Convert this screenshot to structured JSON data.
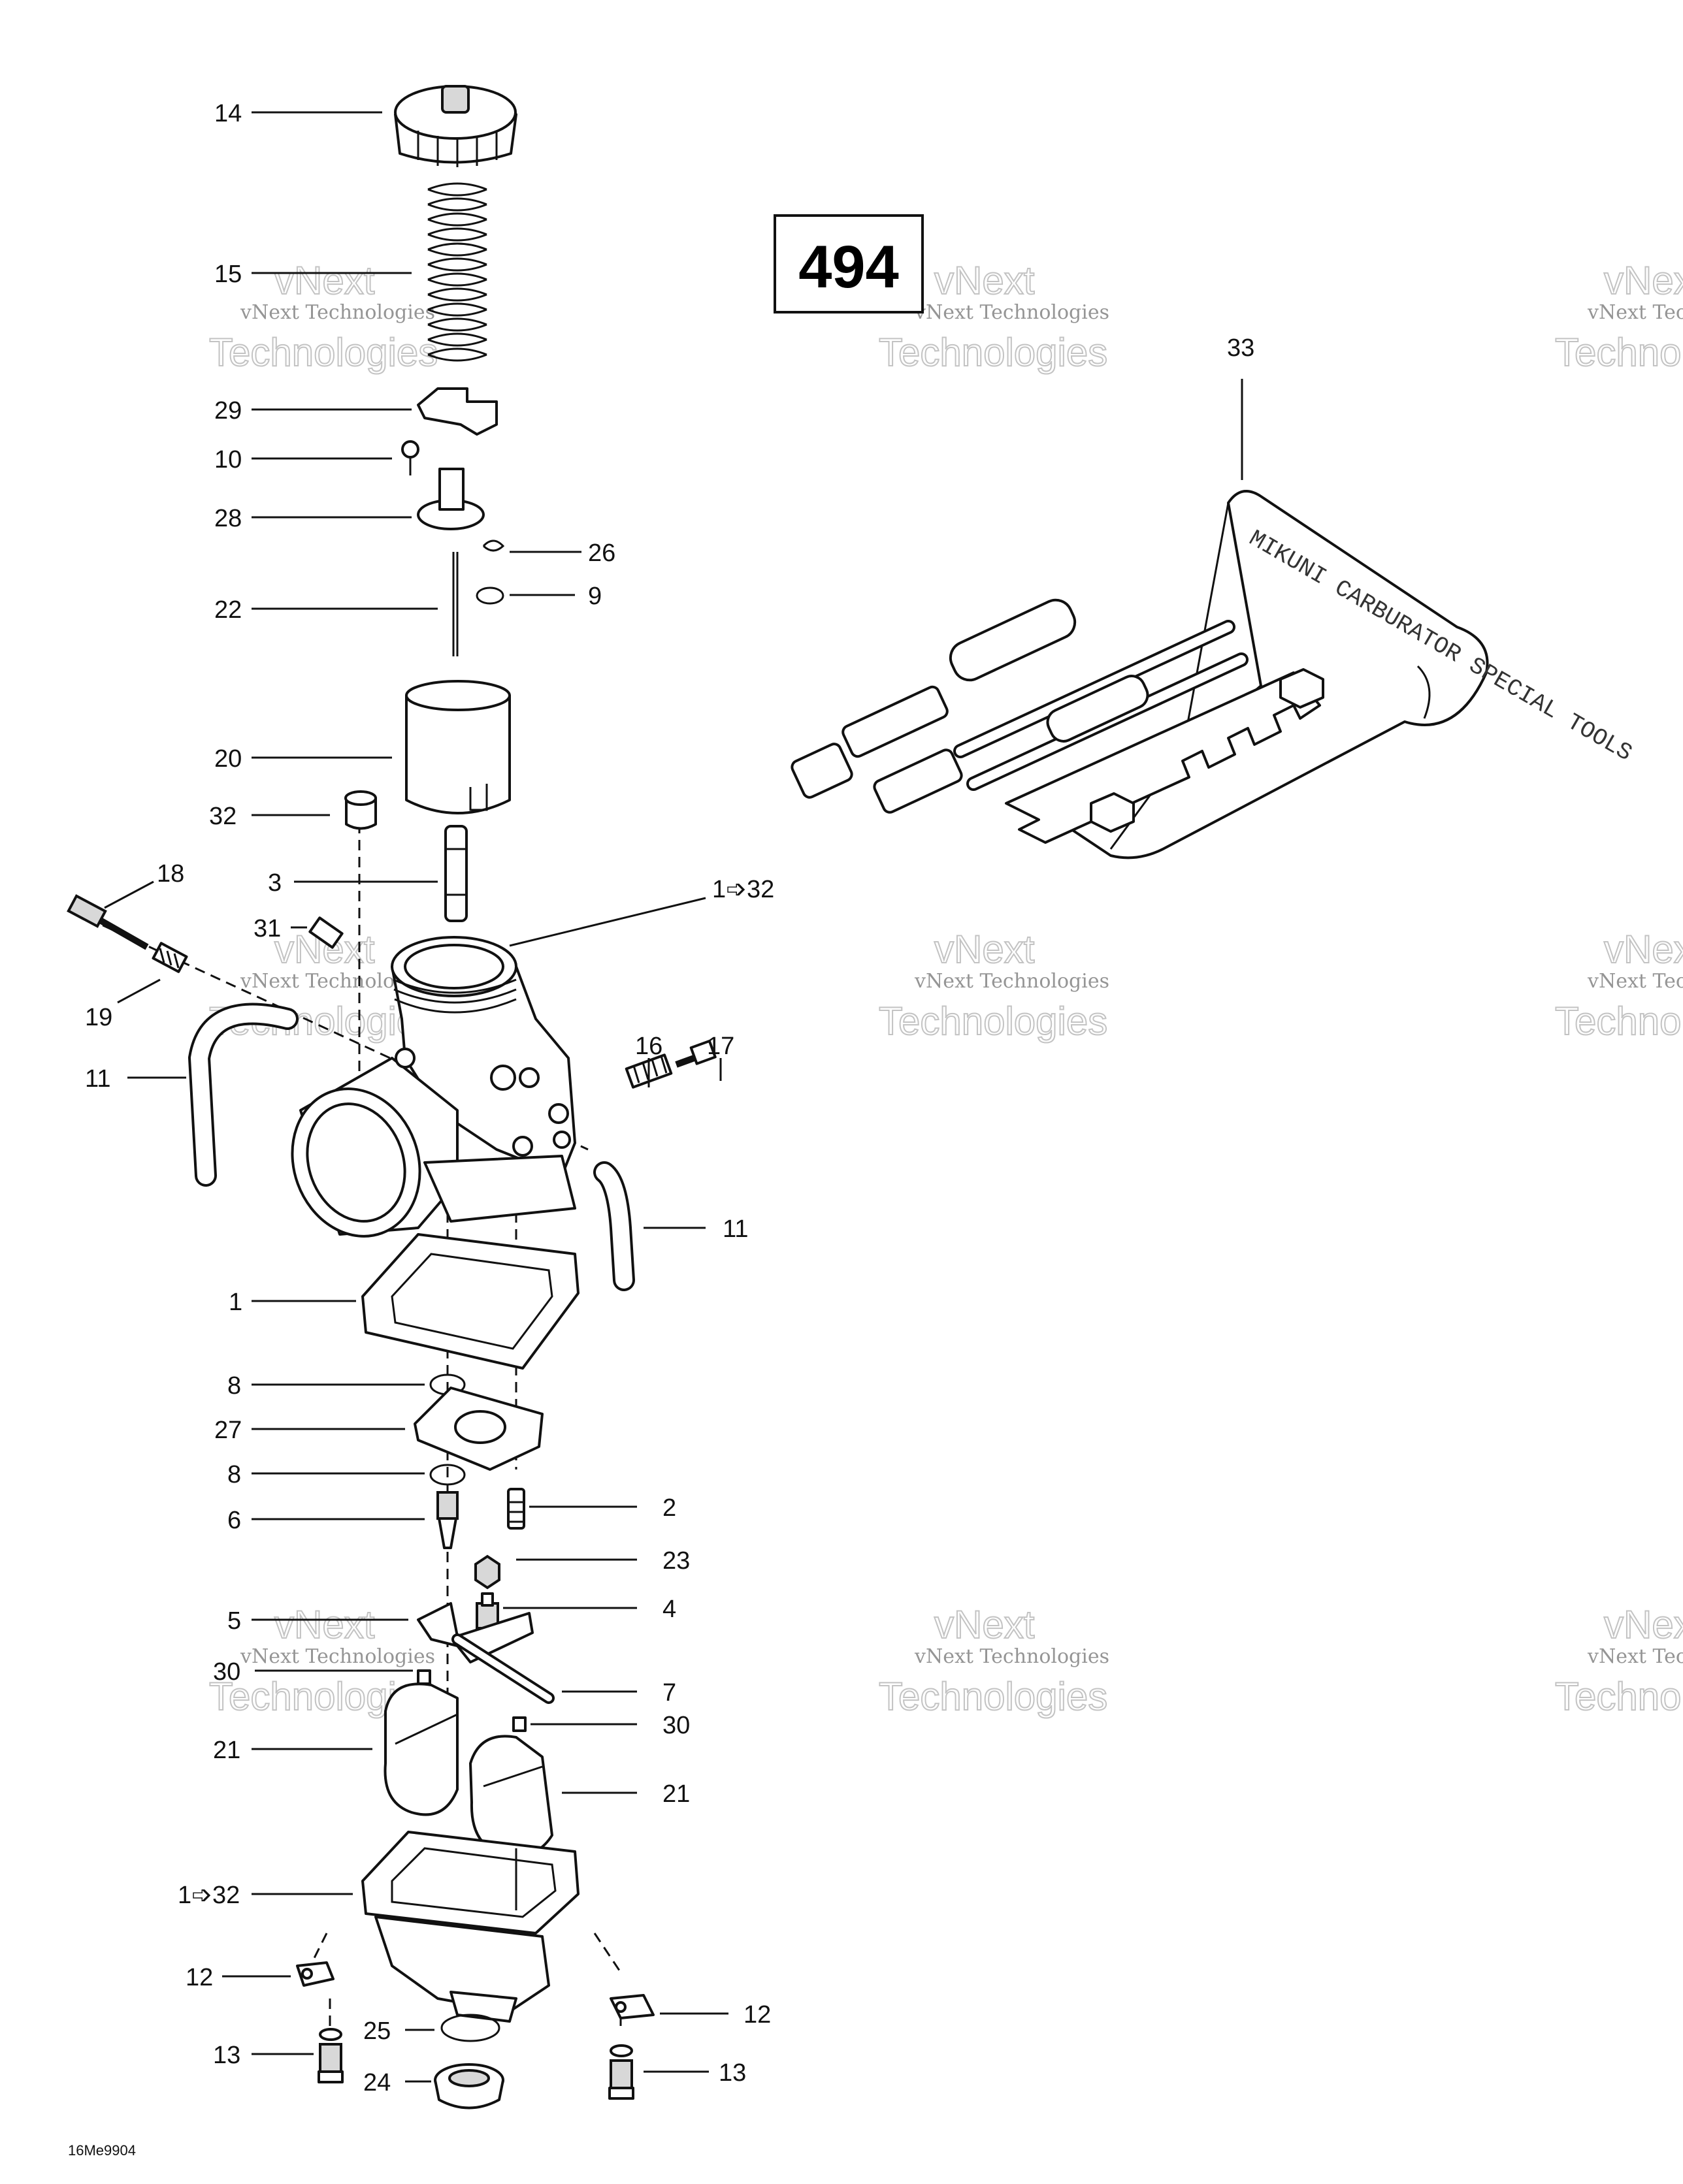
{
  "diagram": {
    "group_number": "494",
    "drawing_code": "16Me9904",
    "watermark_line1": "vNext Technologies",
    "watermark_line2": "vNext",
    "watermark_line3": "Technologies",
    "callouts": [
      {
        "id": "14",
        "text": "14"
      },
      {
        "id": "15",
        "text": "15"
      },
      {
        "id": "29",
        "text": "29"
      },
      {
        "id": "10",
        "text": "10"
      },
      {
        "id": "28",
        "text": "28"
      },
      {
        "id": "26",
        "text": "26"
      },
      {
        "id": "9",
        "text": "9"
      },
      {
        "id": "22",
        "text": "22"
      },
      {
        "id": "20",
        "text": "20"
      },
      {
        "id": "32",
        "text": "32"
      },
      {
        "id": "3",
        "text": "3"
      },
      {
        "id": "18",
        "text": "18"
      },
      {
        "id": "1-32-top",
        "text": "1➩32"
      },
      {
        "id": "31",
        "text": "31"
      },
      {
        "id": "19",
        "text": "19"
      },
      {
        "id": "11-left",
        "text": "11"
      },
      {
        "id": "16",
        "text": "16"
      },
      {
        "id": "17",
        "text": "17"
      },
      {
        "id": "11-right",
        "text": "11"
      },
      {
        "id": "1",
        "text": "1"
      },
      {
        "id": "8-top",
        "text": "8"
      },
      {
        "id": "27",
        "text": "27"
      },
      {
        "id": "8-bottom",
        "text": "8"
      },
      {
        "id": "2",
        "text": "2"
      },
      {
        "id": "6",
        "text": "6"
      },
      {
        "id": "23",
        "text": "23"
      },
      {
        "id": "5",
        "text": "5"
      },
      {
        "id": "4",
        "text": "4"
      },
      {
        "id": "30-left",
        "text": "30"
      },
      {
        "id": "7",
        "text": "7"
      },
      {
        "id": "30-right",
        "text": "30"
      },
      {
        "id": "21-left",
        "text": "21"
      },
      {
        "id": "21-right",
        "text": "21"
      },
      {
        "id": "1-32-bottom",
        "text": "1➩32"
      },
      {
        "id": "12-left",
        "text": "12"
      },
      {
        "id": "12-right",
        "text": "12"
      },
      {
        "id": "25",
        "text": "25"
      },
      {
        "id": "13-left",
        "text": "13"
      },
      {
        "id": "13-right",
        "text": "13"
      },
      {
        "id": "24",
        "text": "24"
      },
      {
        "id": "33",
        "text": "33"
      }
    ],
    "tool_kit_text": "MIKUNI CARBURATOR SPECIAL TOOLS"
  }
}
